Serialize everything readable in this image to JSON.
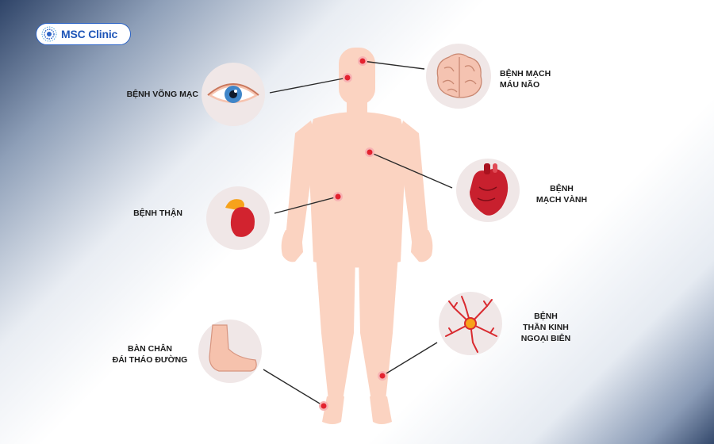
{
  "logo": {
    "text": "MSC Clinic"
  },
  "labels": {
    "retina": [
      "BỆNH VÕNG MẠC"
    ],
    "brain": [
      "BỆNH MẠCH",
      "MÁU NÃO"
    ],
    "heart": [
      "BỆNH",
      "MẠCH VÀNH"
    ],
    "kidney": [
      "BỆNH THẬN"
    ],
    "foot": [
      "BÀN CHÂN",
      "ĐÁI THÁO ĐƯỜNG"
    ],
    "nerve": [
      "BỆNH",
      "THẦN KINH",
      "NGOẠI BIÊN"
    ]
  },
  "colors": {
    "body": "#fbd3c1",
    "marker": "#e3222f",
    "circle_bg": "#f0e7e7",
    "logo_blue": "#1f56b8"
  }
}
